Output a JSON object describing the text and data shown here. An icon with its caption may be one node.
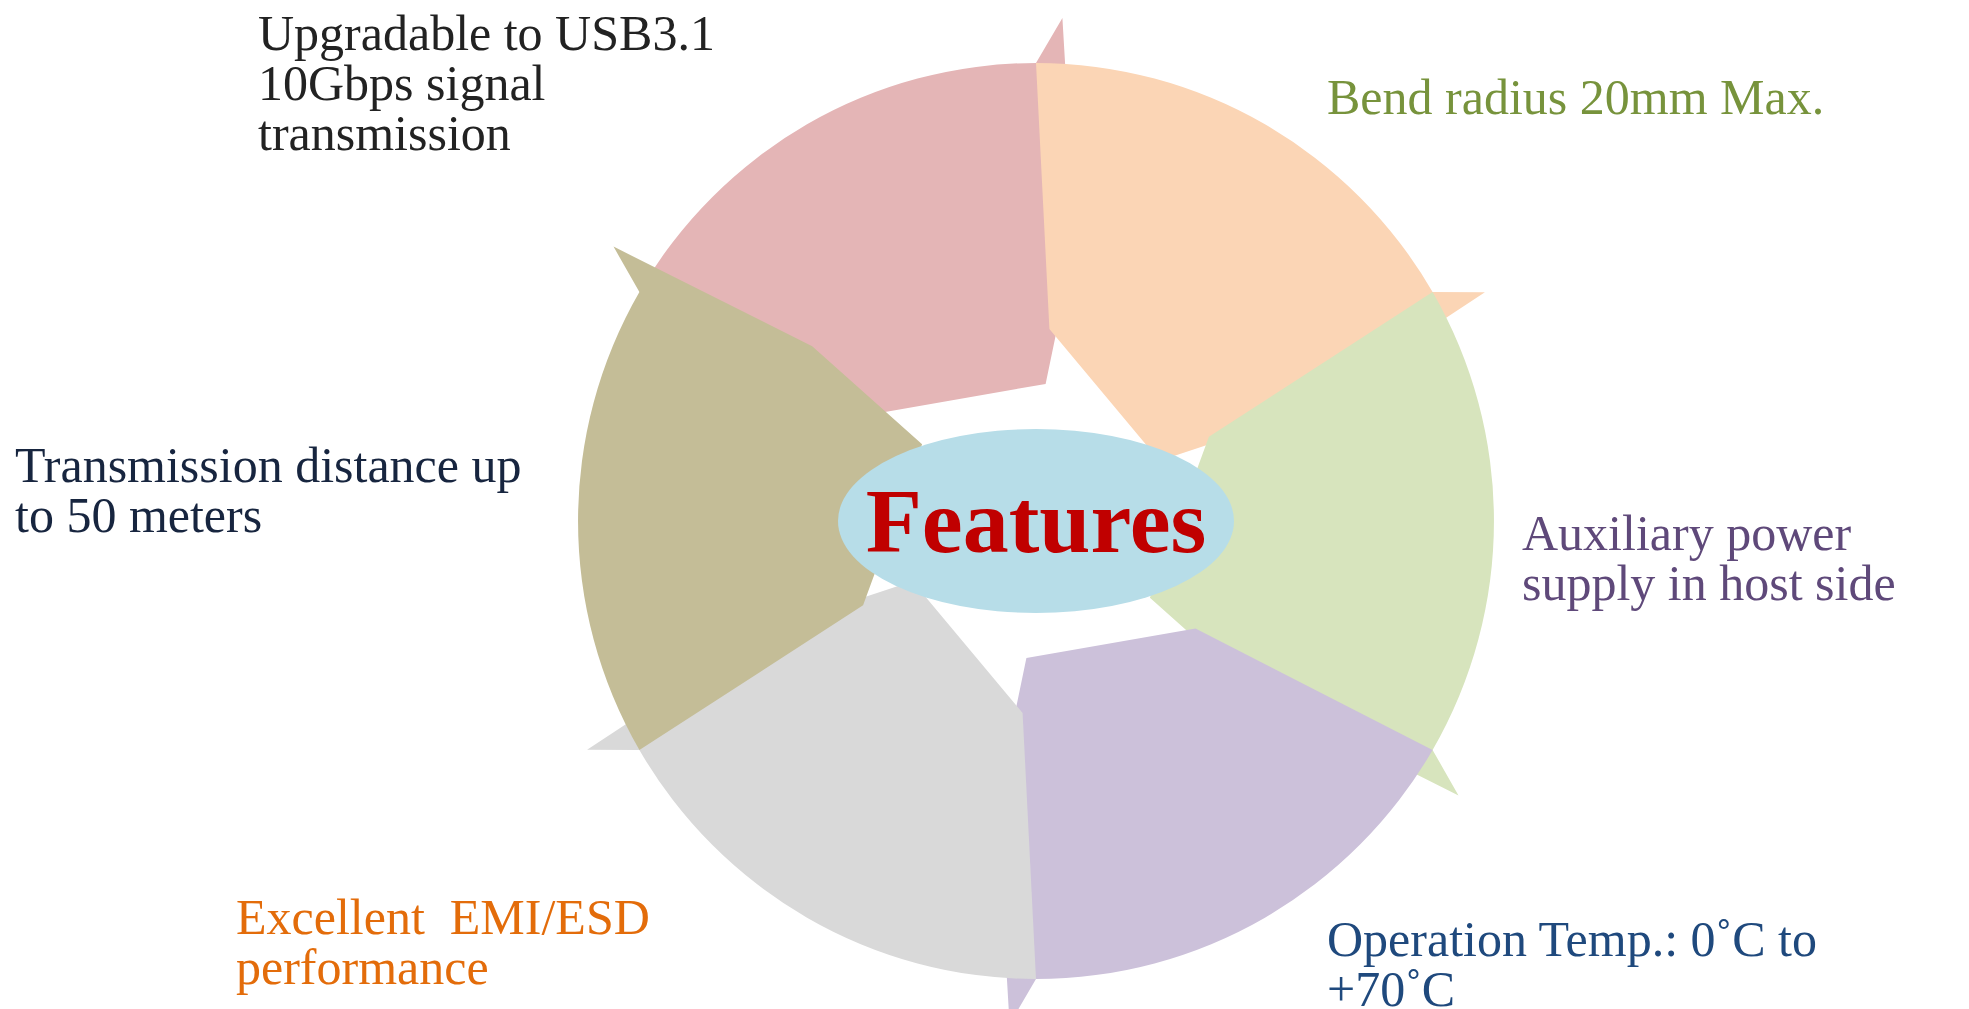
{
  "diagram": {
    "nodes": [
      {
        "text": [
          "Upgradable to USB3.1 10Gbps signal transmission"
        ]
      },
      {
        "text": [
          "Bend radius 20mm Max."
        ]
      },
      {
        "text": [
          "Transmission distance up to 50 meters"
        ]
      },
      {
        "text": [
          "Features"
        ]
      },
      {
        "text": [
          "Auxiliary power supply in host side"
        ]
      },
      {
        "text": [
          "Excellent  EMI/ESD performance"
        ]
      },
      {
        "text": [
          "Operation Temp.: 0˚C to +70˚C"
        ]
      }
    ],
    "edges": []
  }
}
